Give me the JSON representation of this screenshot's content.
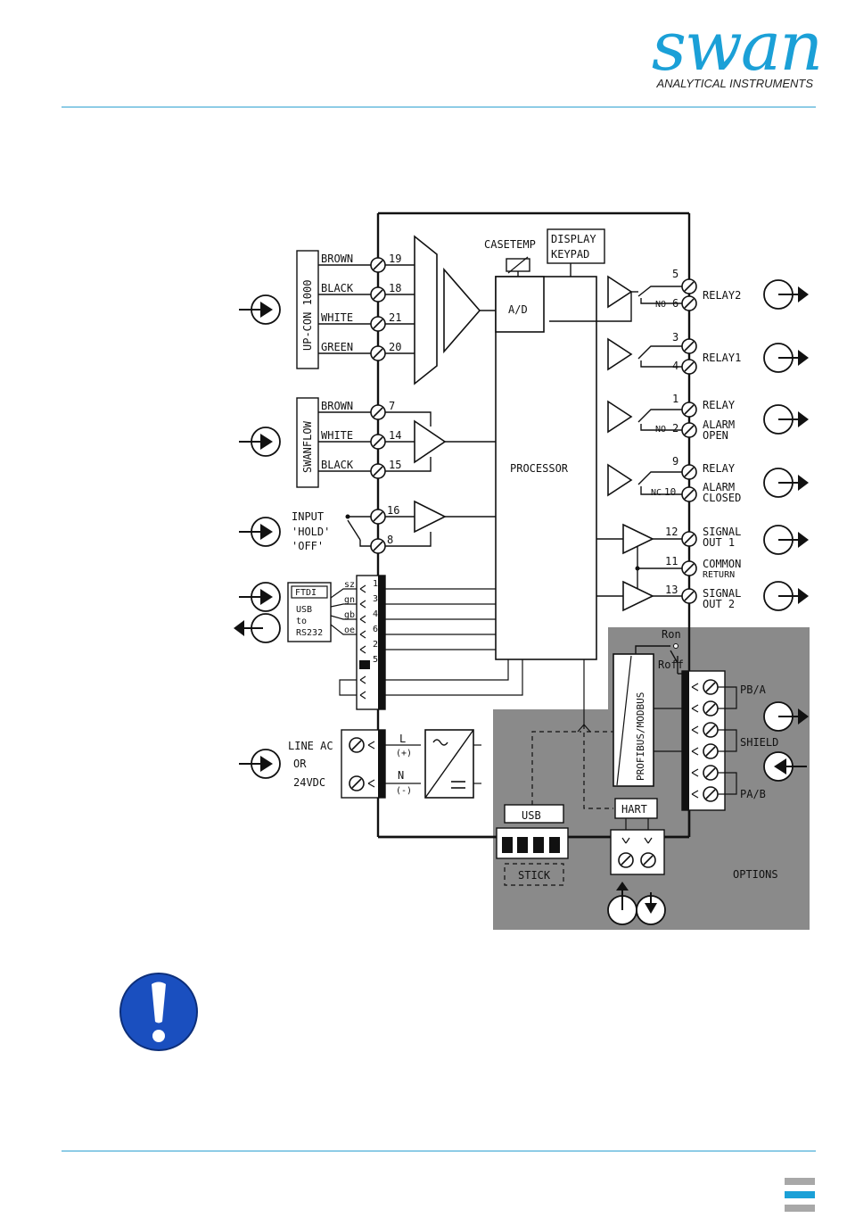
{
  "logo": {
    "wordmark": "swan",
    "tagline": "ANALYTICAL INSTRUMENTS",
    "color": "#1ba0d7"
  },
  "colors": {
    "rule": "#4aaed8",
    "options_fill": "#8a8a8a",
    "warning_blue": "#1a4fbf",
    "stripe_gray": "#a8a8a8",
    "stripe_blue": "#1ba0d7"
  },
  "diagram": {
    "casetemp": "CASETEMP",
    "display": [
      "DISPLAY",
      "KEYPAD"
    ],
    "ad": "A/D",
    "processor": "PROCESSOR",
    "upcon_box": "UP-CON 1000",
    "upcon_wires": [
      {
        "color": "BROWN",
        "terminal": "19"
      },
      {
        "color": "BLACK",
        "terminal": "18"
      },
      {
        "color": "WHITE",
        "terminal": "21"
      },
      {
        "color": "GREEN",
        "terminal": "20"
      }
    ],
    "swanflow_box": "SWANFLOW",
    "swanflow_wires": [
      {
        "color": "BROWN",
        "terminal": "7"
      },
      {
        "color": "WHITE",
        "terminal": "14"
      },
      {
        "color": "BLACK",
        "terminal": "15"
      }
    ],
    "input_hold": {
      "lines": [
        "INPUT",
        "'HOLD'",
        "'OFF'"
      ],
      "terminals": [
        "16",
        "8"
      ]
    },
    "usb_adapter": {
      "ftdi": "FTDI",
      "lines": [
        "USB",
        "to",
        "RS232"
      ],
      "wire_codes": [
        "sz",
        "gn",
        "gb",
        "oe"
      ],
      "terminals": [
        "1",
        "3",
        "4",
        "6",
        "2",
        "5"
      ]
    },
    "power": {
      "lines": [
        "LINE AC",
        "OR",
        "24VDC"
      ],
      "l_label": "L",
      "l_sign": "(+)",
      "n_label": "N",
      "n_sign": "(-)"
    },
    "relays": [
      {
        "terminals": [
          "5",
          "6"
        ],
        "contact": "NO",
        "label": [
          "RELAY2"
        ]
      },
      {
        "terminals": [
          "3",
          "4"
        ],
        "contact": "",
        "label": [
          "RELAY1"
        ]
      },
      {
        "terminals": [
          "1",
          "2"
        ],
        "contact": "NO",
        "label": [
          "RELAY",
          "ALARM",
          "OPEN"
        ]
      },
      {
        "terminals": [
          "9",
          "10"
        ],
        "contact": "NC",
        "label": [
          "RELAY",
          "ALARM",
          "CLOSED"
        ]
      }
    ],
    "signals": [
      {
        "terminal": "12",
        "label": [
          "SIGNAL",
          "OUT 1"
        ]
      },
      {
        "terminal": "11",
        "label": [
          "COMMON",
          "RETURN"
        ]
      },
      {
        "terminal": "13",
        "label": [
          "SIGNAL",
          "OUT 2"
        ]
      }
    ],
    "options": {
      "title": "OPTIONS",
      "ron": "Ron",
      "roff": "Roff",
      "fieldbus": "PROFIBUS/MODBUS",
      "pb_a": "PB/A",
      "shield": "SHIELD",
      "pa_b": "PA/B",
      "usb": "USB",
      "stick": "STICK",
      "hart": "HART"
    }
  }
}
